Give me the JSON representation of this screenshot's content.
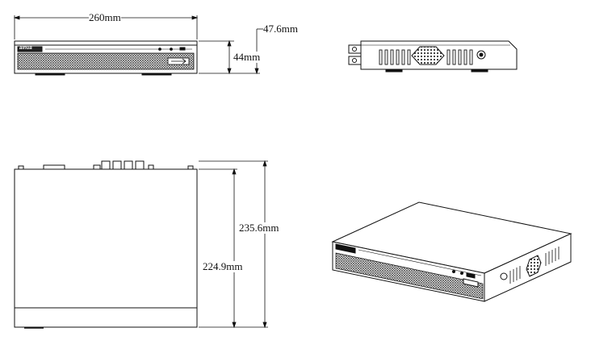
{
  "labels": {
    "width": "260mm",
    "depth_overall": "47.6mm",
    "height": "44mm",
    "depth_total": "235.6mm",
    "depth_body": "224.9mm"
  },
  "brand": "alhua",
  "colors": {
    "line": "#111111",
    "mesh": "#555555",
    "paper": "#ffffff"
  }
}
